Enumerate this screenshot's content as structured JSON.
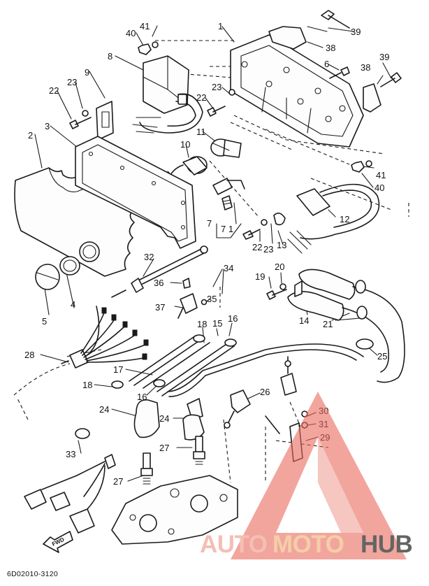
{
  "callouts": {
    "c1": "1",
    "c2": "2",
    "c3": "3",
    "c4": "4",
    "c5": "5",
    "c6": "6",
    "c7a": "7",
    "c7b": "7",
    "c8": "8",
    "c9": "9",
    "c10": "10",
    "c11": "11",
    "c12": "12",
    "c13": "13",
    "c14": "14",
    "c15": "15",
    "c16a": "16",
    "c16b": "16",
    "c17": "17",
    "c18a": "18",
    "c18b": "18",
    "c19": "19",
    "c20": "20",
    "c21": "21",
    "c22a": "22",
    "c22b": "22",
    "c22c": "22",
    "c23a": "23",
    "c23b": "23",
    "c23c": "23",
    "c24a": "24",
    "c24b": "24",
    "c25": "25",
    "c26": "26",
    "c27a": "27",
    "c27b": "27",
    "c28": "28",
    "c29": "29",
    "c30": "30",
    "c31": "31",
    "c32": "32",
    "c33": "33",
    "c34": "34",
    "c35": "35",
    "c36": "36",
    "c37": "37",
    "c38a": "38",
    "c38b": "38",
    "c39a": "39",
    "c39b": "39",
    "c40a": "40",
    "c40b": "40",
    "c41a": "41",
    "c41b": "41",
    "c71": "7 1"
  },
  "fwd_label": "FWD",
  "drawing_code": "6D02010-3120",
  "watermark": {
    "auto": "AUTO",
    "moto": "MOTO",
    "hub": "HUB",
    "colors": {
      "auto": "#f2b4a8",
      "moto": "#f1c79a",
      "hub": "#4a4a4a",
      "triangle": "#e96a5c"
    }
  }
}
